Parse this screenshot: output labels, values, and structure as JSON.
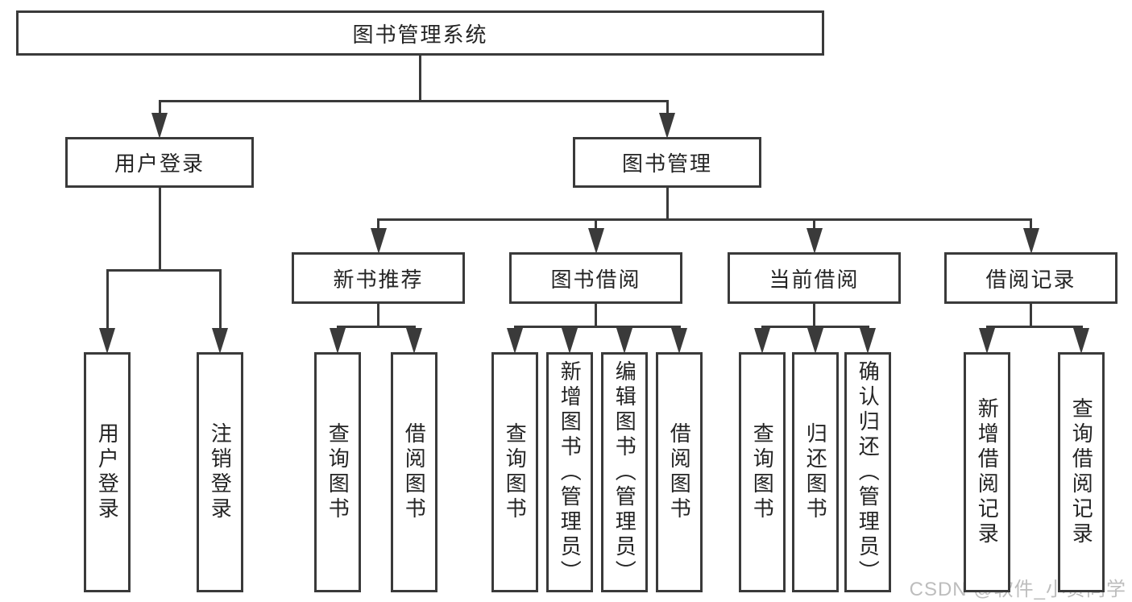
{
  "diagram_title": "图书管理系统",
  "nodes": [
    {
      "id": "root",
      "label": "图书管理系统"
    },
    {
      "id": "user-login",
      "label": "用户登录"
    },
    {
      "id": "book-mgmt",
      "label": "图书管理"
    },
    {
      "id": "new-book-rec",
      "label": "新书推荐"
    },
    {
      "id": "book-borrow",
      "label": "图书借阅"
    },
    {
      "id": "current-borrow",
      "label": "当前借阅"
    },
    {
      "id": "borrow-records",
      "label": "借阅记录"
    },
    {
      "id": "leaf-user-login",
      "label": "用户登录"
    },
    {
      "id": "leaf-logout",
      "label": "注销登录"
    },
    {
      "id": "leaf-query-book-newrec",
      "label": "查询图书"
    },
    {
      "id": "leaf-borrow-book-newrec",
      "label": "借阅图书"
    },
    {
      "id": "leaf-query-book-borrow",
      "label": "查询图书"
    },
    {
      "id": "leaf-add-book",
      "label": "新增图书（管理员）"
    },
    {
      "id": "leaf-edit-book",
      "label": "编辑图书（管理员）"
    },
    {
      "id": "leaf-borrow-book-borrow",
      "label": "借阅图书"
    },
    {
      "id": "leaf-query-book-current",
      "label": "查询图书"
    },
    {
      "id": "leaf-return-book",
      "label": "归还图书"
    },
    {
      "id": "leaf-confirm-return",
      "label": "确认归还（管理员）"
    },
    {
      "id": "leaf-add-borrow-record",
      "label": "新增借阅记录"
    },
    {
      "id": "leaf-query-borrow-record",
      "label": "查询借阅记录"
    }
  ],
  "edges": [
    {
      "from": "root",
      "to": [
        "user-login",
        "book-mgmt"
      ]
    },
    {
      "from": "user-login",
      "to": [
        "leaf-user-login",
        "leaf-logout"
      ]
    },
    {
      "from": "book-mgmt",
      "to": [
        "new-book-rec",
        "book-borrow",
        "current-borrow",
        "borrow-records"
      ]
    },
    {
      "from": "new-book-rec",
      "to": [
        "leaf-query-book-newrec",
        "leaf-borrow-book-newrec"
      ]
    },
    {
      "from": "book-borrow",
      "to": [
        "leaf-query-book-borrow",
        "leaf-add-book",
        "leaf-edit-book",
        "leaf-borrow-book-borrow"
      ]
    },
    {
      "from": "current-borrow",
      "to": [
        "leaf-query-book-current",
        "leaf-return-book",
        "leaf-confirm-return"
      ]
    },
    {
      "from": "borrow-records",
      "to": [
        "leaf-add-borrow-record",
        "leaf-query-borrow-record"
      ]
    }
  ],
  "watermark": {
    "text": "CSDN @软件_小贺同学"
  },
  "colors": {
    "line": "#3a3a3a",
    "node_text": "#242424",
    "background": "#ffffff",
    "watermark": "#bdbdbd"
  }
}
